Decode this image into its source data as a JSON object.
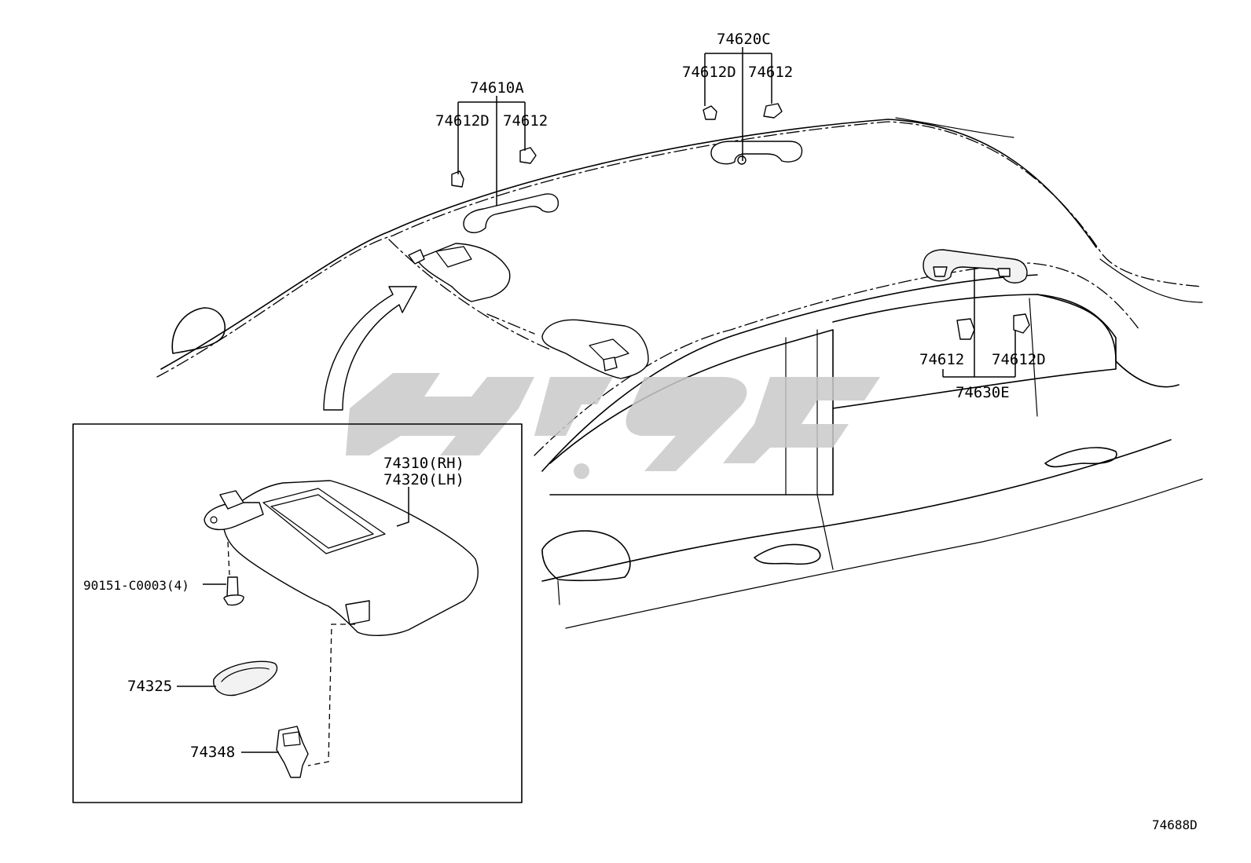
{
  "labels": {
    "p74620c": "74620C",
    "p74612d_top": "74612D",
    "p74612_top": "74612",
    "p74610a": "74610A",
    "p74612d_mid": "74612D",
    "p74612_mid": "74612",
    "p74612_right": "74612",
    "p74612d_right": "74612D",
    "p74630e": "74630E",
    "p74310": "74310(RH)",
    "p74320": "74320(LH)",
    "p90151": "90151-C0003(4)",
    "p74325": "74325",
    "p74348": "74348",
    "figure_id": "74688D"
  },
  "colors": {
    "line": "#000000",
    "watermark": "#c9c9c9",
    "background": "#ffffff"
  }
}
